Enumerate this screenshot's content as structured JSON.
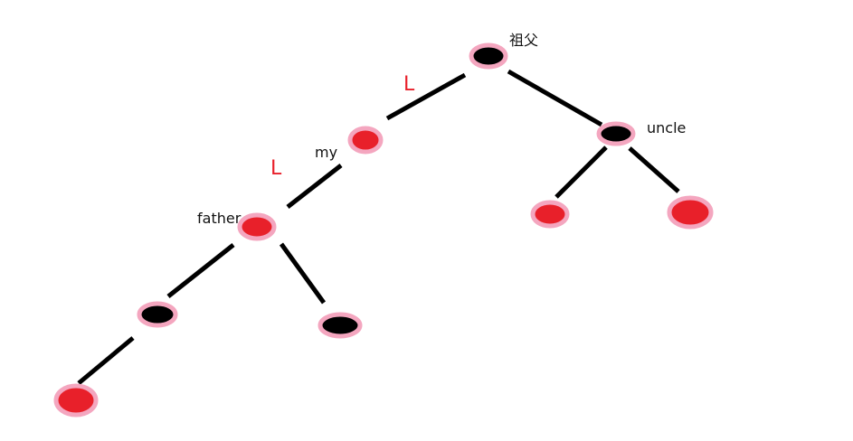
{
  "diagram": {
    "labels": {
      "grandparent": "祖父",
      "uncle": "uncle",
      "my": "my",
      "father": "father"
    },
    "edge_labels": {
      "upper_left": "L",
      "lower_left": "L"
    },
    "colors": {
      "background": "#ffffff",
      "edge": "#000000",
      "halo": "#f4a6bf",
      "node_black": "#000000",
      "node_red": "#e8202a",
      "edge_label": "#e8202a",
      "text": "#111111"
    },
    "nodes": [
      {
        "id": "grandparent",
        "color": "black"
      },
      {
        "id": "my",
        "color": "red"
      },
      {
        "id": "uncle",
        "color": "black"
      },
      {
        "id": "uncle-left-child",
        "color": "red"
      },
      {
        "id": "uncle-right-child",
        "color": "red"
      },
      {
        "id": "father",
        "color": "red"
      },
      {
        "id": "father-left-child",
        "color": "black"
      },
      {
        "id": "father-right-child",
        "color": "black"
      },
      {
        "id": "father-left-grandchild",
        "color": "red"
      }
    ]
  }
}
